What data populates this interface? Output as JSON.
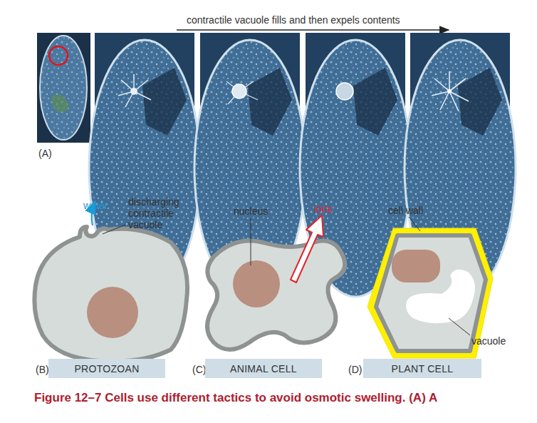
{
  "diagram": {
    "caption": "Figure 12–7 Cells use different tactics to avoid osmotic swelling. (A) A",
    "nodes": [
      {
        "text": [
          "PROTOZOAN"
        ]
      },
      {
        "text": [
          "ANIMAL CELL"
        ]
      },
      {
        "text": [
          "PLANT CELL"
        ]
      }
    ],
    "labels": [
      "contractile vacuole fills and then expels contents",
      "(A)",
      "water",
      "discharging contractile vacuole",
      "(B)",
      "nucleus",
      "ions",
      "(C)",
      "cell wall",
      "vacuole",
      "(D)"
    ]
  }
}
